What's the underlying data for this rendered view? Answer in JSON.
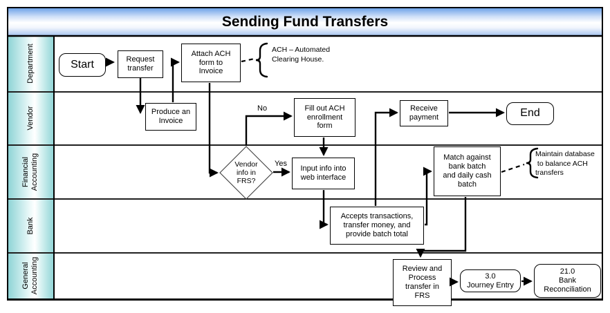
{
  "title": "Sending Fund Transfers",
  "lanes": [
    {
      "label": "Department"
    },
    {
      "label": "Vendor"
    },
    {
      "label": "Financial\nAccounting"
    },
    {
      "label": "Bank"
    },
    {
      "label": "General\nAccounting"
    }
  ],
  "nodes": {
    "start": {
      "label": "Start",
      "type": "terminator"
    },
    "request_transfer": {
      "label": "Request\ntransfer",
      "type": "process"
    },
    "attach_ach_form": {
      "label": "Attach ACH\nform to\nInvoice",
      "type": "process"
    },
    "produce_invoice": {
      "label": "Produce an\nInvoice",
      "type": "process"
    },
    "vendor_info_decision": {
      "label": "Vendor\ninfo in\nFRS?",
      "type": "decision"
    },
    "fill_out_ach_form": {
      "label": "Fill out ACH\nenrollment\nform",
      "type": "process"
    },
    "input_info_web": {
      "label": "Input info into\nweb interface",
      "type": "process"
    },
    "receive_payment": {
      "label": "Receive\npayment",
      "type": "process"
    },
    "end": {
      "label": "End",
      "type": "terminator"
    },
    "match_bank_batch": {
      "label": "Match against\nbank batch\nand daily cash\nbatch",
      "type": "process"
    },
    "accepts_transactions": {
      "label": "Accepts transactions,\ntransfer money, and\nprovide batch total",
      "type": "process"
    },
    "review_process_frs": {
      "label": "Review and\nProcess\ntransfer in\nFRS",
      "type": "process"
    },
    "journey_entry": {
      "label": "3.0\nJourney Entry",
      "type": "terminator"
    },
    "bank_reconciliation": {
      "label": "21.0\nBank\nReconciliation",
      "type": "terminator"
    }
  },
  "edge_labels": {
    "no": "No",
    "yes": "Yes"
  },
  "callouts": [
    {
      "text": "ACH – Automated\nClearing House."
    },
    {
      "text": "Maintain database\n to balance ACH\ntransfers"
    }
  ],
  "colors": {
    "lane_label_teal": "#8fd4d6",
    "title_blue_top": "#6fa3e8",
    "title_blue_bottom": "#9dbdee",
    "line": "#000000"
  }
}
